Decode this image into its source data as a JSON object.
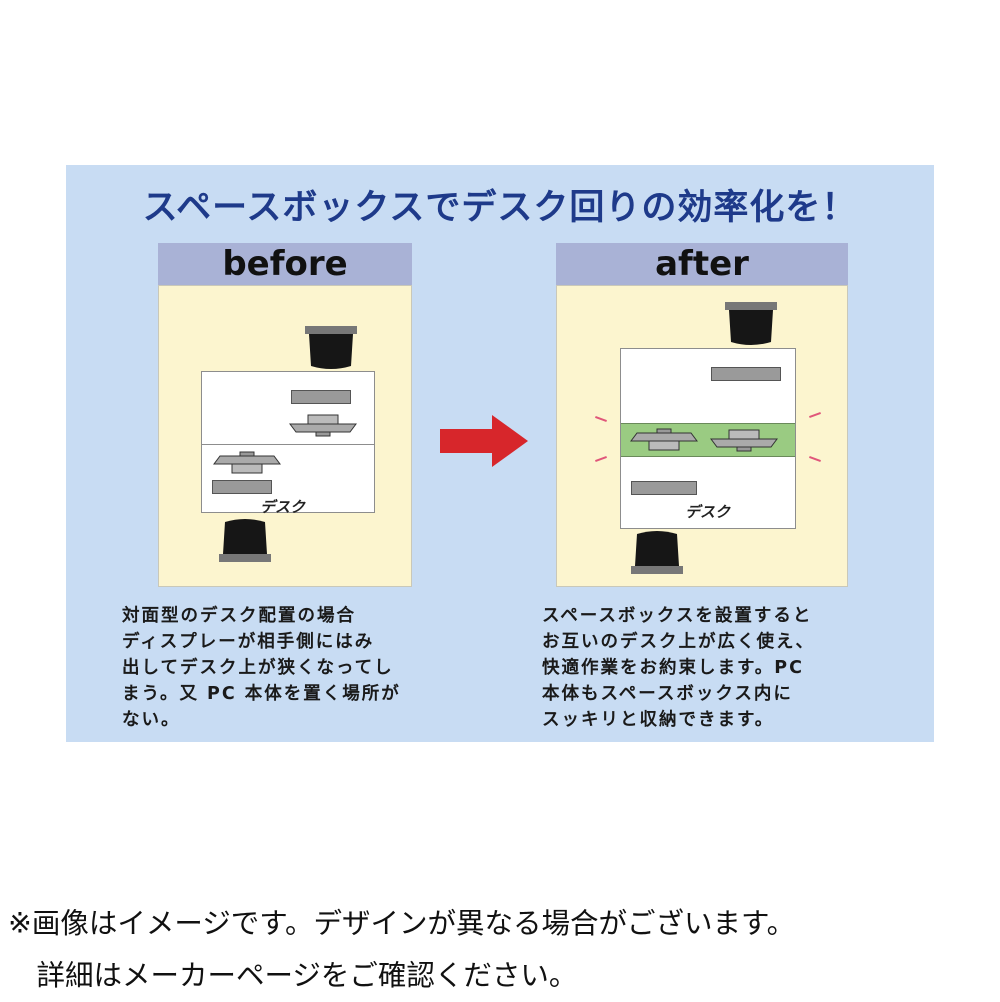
{
  "headline": "スペースボックスでデスク回りの効率化を！",
  "before": {
    "label": "before",
    "desk_label": "デスク",
    "caption": "対面型のデスク配置の場合\nディスプレーが相手側にはみ\n出してデスク上が狭くなってし\nまう。又 PC 本体を置く場所が\nない。"
  },
  "after": {
    "label": "after",
    "desk_label": "デスク",
    "caption": "スペースボックスを設置すると\nお互いのデスク上が広く使え、\n快適作業をお約束します。PC\n本体もスペースボックス内に\nスッキリと収納できます。"
  },
  "footnote": "※画像はイメージです。デザインが異なる場合がございます。\n　詳細はメーカーページをご確認ください。",
  "colors": {
    "panel": "#c8dcf3",
    "headline": "#1e3a8a",
    "label_bg": "#a9b2d6",
    "scene_bg": "#fcf5cf",
    "space_box": "#9acb82",
    "arrow": "#d7262b"
  },
  "icons": [
    "chair-icon",
    "monitor-icon",
    "pc-icon",
    "arrow-right-icon"
  ]
}
